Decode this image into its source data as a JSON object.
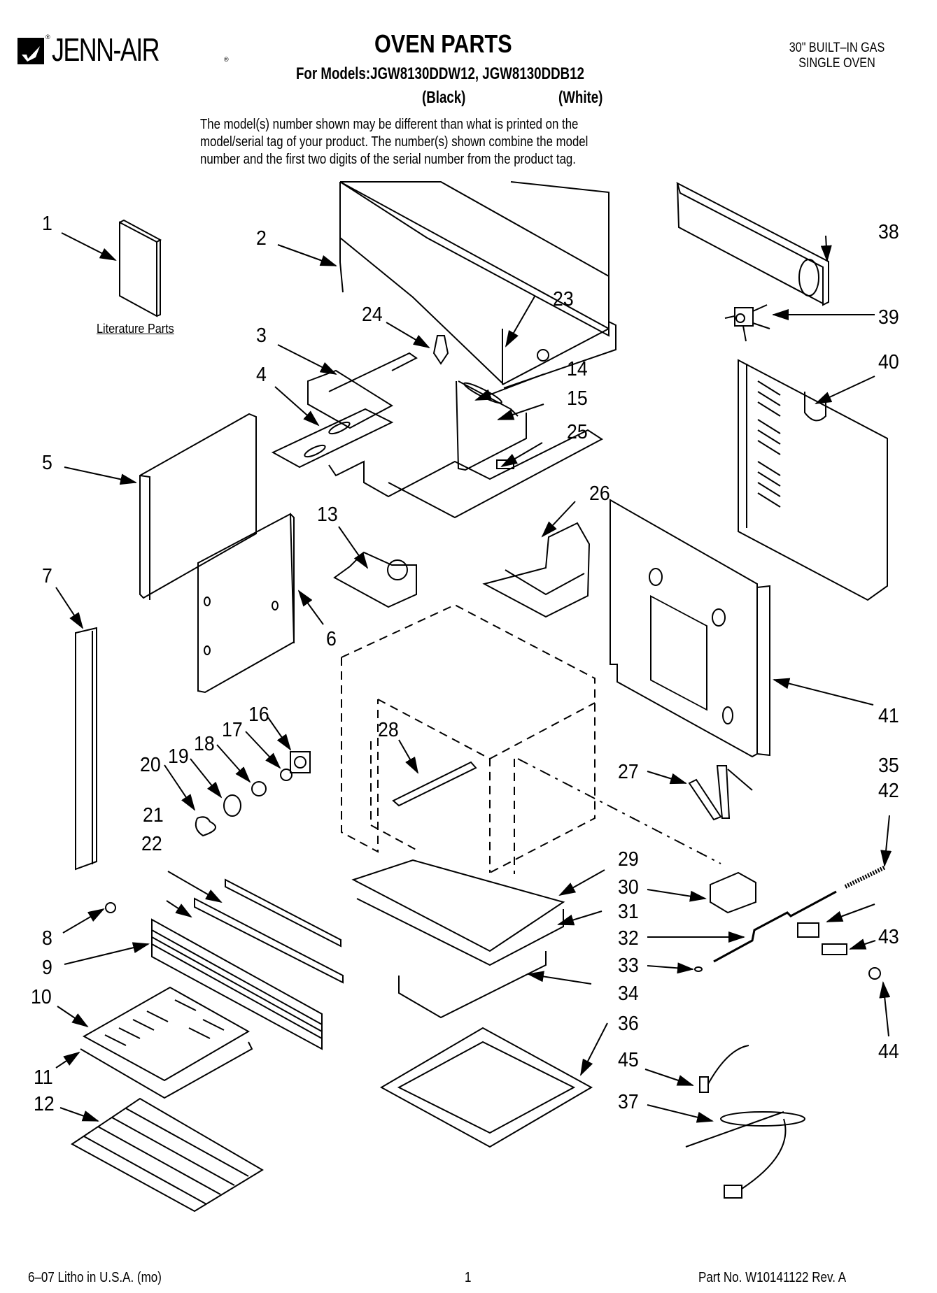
{
  "header": {
    "brand": "JENN-AIR",
    "brand_mark": "registered",
    "title": "OVEN PARTS",
    "models_line": "For Models:JGW8130DDW12, JGW8130DDB12",
    "variant_black": "(Black)",
    "variant_white": "(White)",
    "product_type_line1": "30\" BUILT–IN GAS",
    "product_type_line2": "SINGLE OVEN",
    "note_lines": [
      "The model(s) number shown may be different than what is printed on the",
      "model/serial tag of your product. The number(s) shown combine the model",
      "number and the first two digits of the serial number from the product tag."
    ]
  },
  "diagram": {
    "literature_label": "Literature Parts",
    "callouts": [
      "1",
      "2",
      "3",
      "4",
      "5",
      "6",
      "7",
      "8",
      "9",
      "10",
      "11",
      "12",
      "13",
      "14",
      "15",
      "16",
      "17",
      "18",
      "19",
      "20",
      "21",
      "22",
      "23",
      "24",
      "25",
      "26",
      "27",
      "28",
      "29",
      "30",
      "31",
      "32",
      "33",
      "34",
      "35",
      "36",
      "37",
      "38",
      "39",
      "40",
      "41",
      "42",
      "43",
      "44",
      "45"
    ]
  },
  "footer": {
    "litho": "6–07 Litho in U.S.A. (mo)",
    "page_number": "1",
    "part_number": "Part No. W10141122 Rev. A"
  }
}
